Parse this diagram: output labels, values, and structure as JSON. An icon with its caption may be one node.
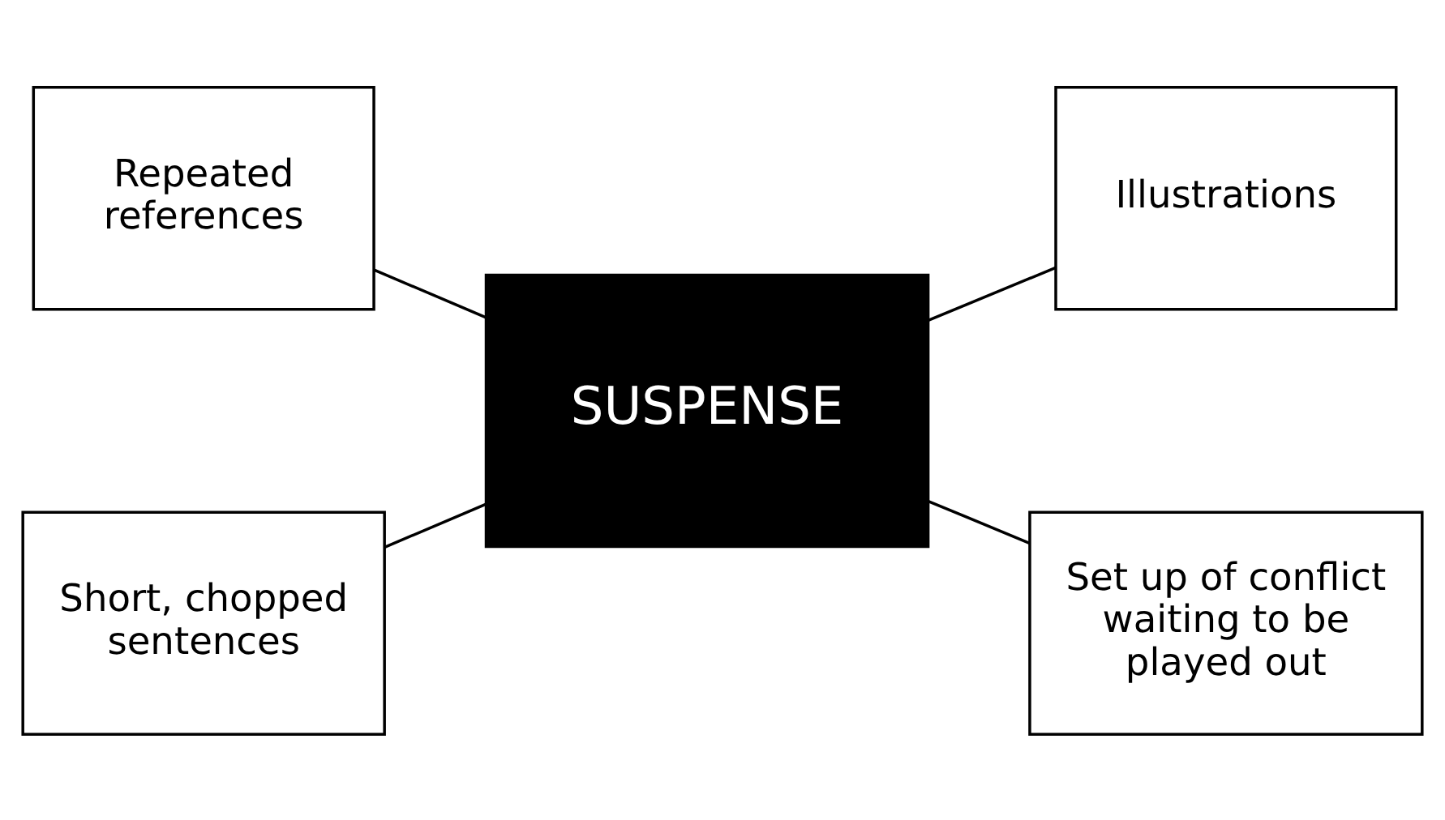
{
  "diagram": {
    "nodes": [
      {
        "text": [
          "Repeated references"
        ]
      },
      {
        "text": [
          "Illustrations"
        ]
      },
      {
        "text": [
          "SUSPENSE"
        ]
      },
      {
        "text": [
          "Short, chopped sentences"
        ]
      },
      {
        "text": [
          "Set up of conflict waiting to be played out"
        ]
      }
    ],
    "edges": [
      {
        "from": 0,
        "to": 2,
        "arrow": "none"
      },
      {
        "from": 2,
        "to": 1,
        "arrow": "none"
      },
      {
        "from": 3,
        "to": 2,
        "arrow": "none"
      },
      {
        "from": 2,
        "to": 4,
        "arrow": "none"
      }
    ]
  }
}
